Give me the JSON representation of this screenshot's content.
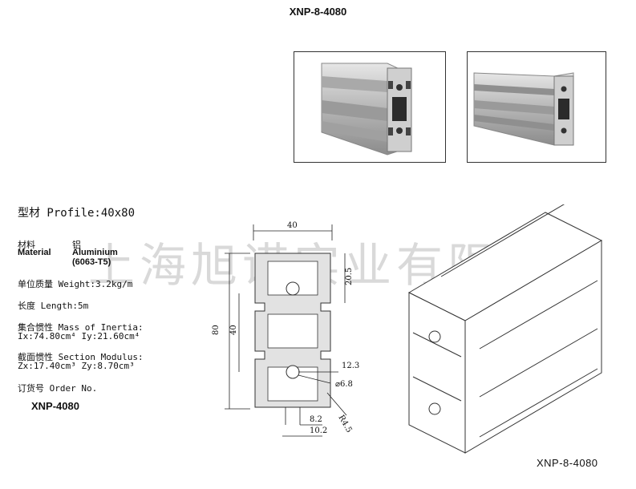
{
  "title": "XNP-8-4080",
  "profile_heading": "型材 Profile:40x80",
  "material": {
    "label_cn": "材料",
    "label_en": "Material",
    "value_cn": "铝",
    "value_en": "Aluminium",
    "value_grade": "(6063-T5)"
  },
  "weight": "单位质量 Weight:3.2kg/m",
  "length": "长度 Length:5m",
  "inertia": {
    "label": "集合惯性 Mass of Inertia:",
    "values": "Ix:74.80cm⁴ Iy:21.60cm⁴"
  },
  "section_modulus": {
    "label": "截面惯性 Section Modulus:",
    "values": "Zx:17.40cm³ Zy:8.70cm³"
  },
  "order_no": {
    "label": "订货号 Order No.",
    "value": "XNP-4080"
  },
  "watermark": "上海旭诺实业有限公司",
  "drawing": {
    "dim_width": "40",
    "dim_height": "80",
    "dim_inner": "40",
    "dim_half": "20.5",
    "dim_slot": "12.3",
    "dim_hole": "⌀6.8",
    "dim_slot_width": "8.2",
    "dim_slot_outer": "10.2",
    "dim_radius": "R4.5"
  },
  "caption": "XNP-8-4080"
}
